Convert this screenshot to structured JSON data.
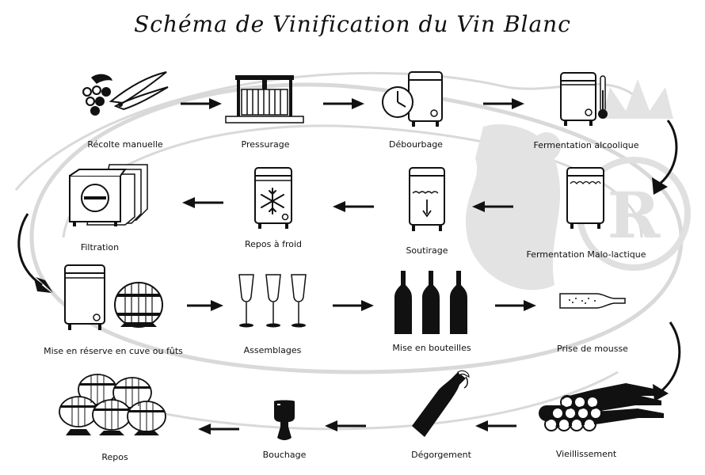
{
  "title": "Schéma de Vinification du Vin Blanc",
  "colors": {
    "ink": "#111111",
    "watermark": "#d6d6d6"
  },
  "steps": [
    {
      "label": "Récolte manuelle",
      "icon": "grapes-pruner-icon"
    },
    {
      "label": "Pressurage",
      "icon": "wine-press-icon"
    },
    {
      "label": "Débourbage",
      "icon": "tank-clock-icon"
    },
    {
      "label": "Fermentation alcoolique",
      "icon": "tank-thermometer-icon"
    },
    {
      "label": "Fermentation Malo-lactique",
      "icon": "tank-bubbles-icon"
    },
    {
      "label": "Soutirage",
      "icon": "tank-arrow-down-icon"
    },
    {
      "label": "Repos à froid",
      "icon": "tank-snowflake-icon"
    },
    {
      "label": "Filtration",
      "icon": "plate-filter-icon"
    },
    {
      "label": "Mise en réserve en cuve ou fûts",
      "icon": "tank-barrel-icon"
    },
    {
      "label": "Assemblages",
      "icon": "flute-glasses-icon"
    },
    {
      "label": "Mise en bouteilles",
      "icon": "bottles-icon"
    },
    {
      "label": "Prise de mousse",
      "icon": "bottle-lying-icon"
    },
    {
      "label": "Vieillissement",
      "icon": "bottle-stack-icon"
    },
    {
      "label": "Dégorgement",
      "icon": "bottle-disgorging-icon"
    },
    {
      "label": "Bouchage",
      "icon": "champagne-cork-icon"
    },
    {
      "label": "Repos",
      "icon": "barrel-stack-icon"
    }
  ]
}
